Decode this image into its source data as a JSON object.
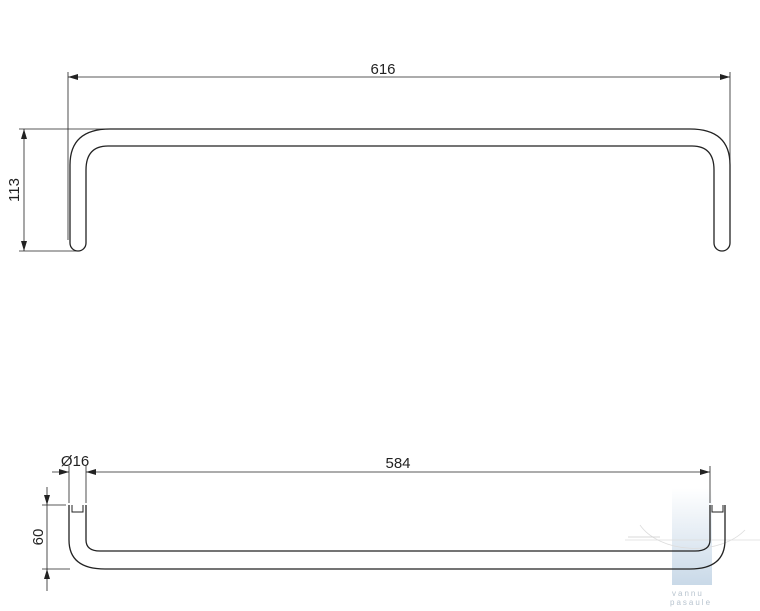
{
  "top_view": {
    "width_label": "616",
    "height_label": "113"
  },
  "bottom_view": {
    "diameter_label": "Ø16",
    "inner_width_label": "584",
    "height_label": "60"
  },
  "watermark": {
    "line1": "vannu",
    "line2": "pasaule",
    "color": "#c9d9e8"
  }
}
